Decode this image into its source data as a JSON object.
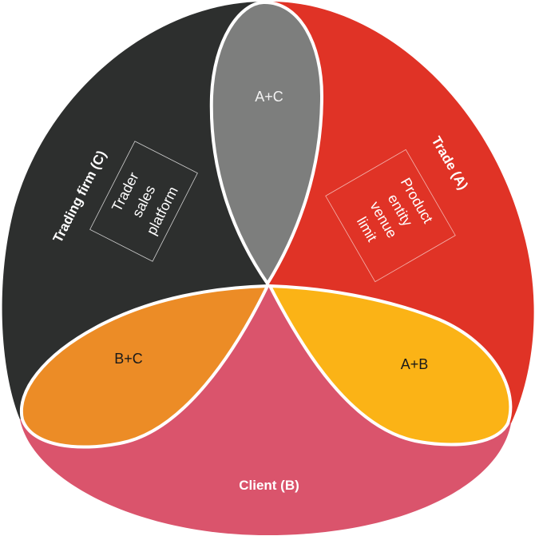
{
  "diagram": {
    "type": "three-set-venn",
    "colors": {
      "trade": "#e03326",
      "trading_firm": "#2d2f2e",
      "client": "#da546c",
      "a_plus_c": "#7d7e7d",
      "b_plus_c": "#ec8c26",
      "a_plus_b": "#fbb316",
      "outline": "#ffffff"
    },
    "sets": {
      "trade": {
        "label": "Trade (A)",
        "items": [
          "Product",
          "entity",
          "venue",
          "limit"
        ]
      },
      "client": {
        "label": "Client (B)"
      },
      "trading_firm": {
        "label": "Trading firm (C)",
        "items": [
          "Trader",
          "sales",
          "platform"
        ]
      }
    },
    "intersections": {
      "a_plus_c": "A+C",
      "b_plus_c": "B+C",
      "a_plus_b": "A+B"
    }
  }
}
